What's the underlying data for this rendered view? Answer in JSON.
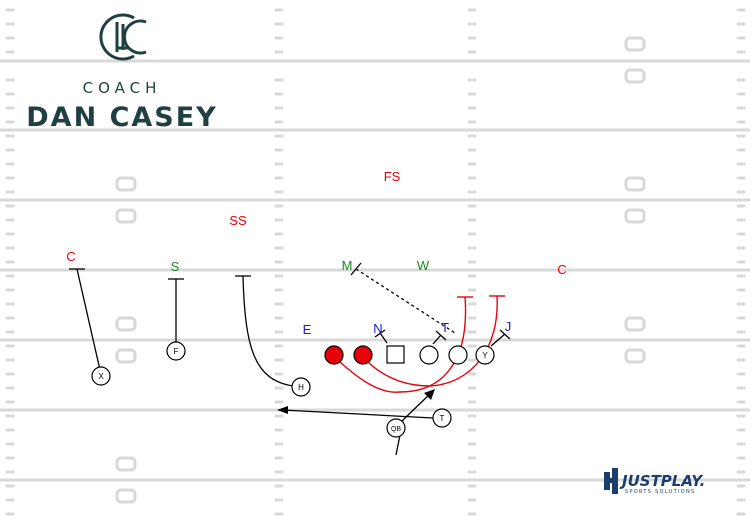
{
  "branding": {
    "coach_word": "COACH",
    "coach_name": "DAN CASEY",
    "sponsor_name": "JUSTPLAY.",
    "sponsor_tagline": "SPORTS SOLUTIONS",
    "logo_color": "#1f3f40",
    "sponsor_color": "#1b3d6e"
  },
  "colors": {
    "defense_secondary": "#e8000b",
    "defense_linebackers": "#1b8a1b",
    "defense_line": "#1a1acc",
    "offense_lineman_fill": "#e8000b",
    "rush_route": "#e8000b",
    "route": "#000000",
    "field_line": "#d8d8d8"
  },
  "defense": [
    {
      "id": "fs",
      "label": "FS",
      "color": "red"
    },
    {
      "id": "ss",
      "label": "SS",
      "color": "red"
    },
    {
      "id": "c-left",
      "label": "C",
      "color": "red"
    },
    {
      "id": "c-right",
      "label": "C",
      "color": "red"
    },
    {
      "id": "s",
      "label": "S",
      "color": "green"
    },
    {
      "id": "m",
      "label": "M",
      "color": "green"
    },
    {
      "id": "w",
      "label": "W",
      "color": "green"
    },
    {
      "id": "e",
      "label": "E",
      "color": "blue"
    },
    {
      "id": "n",
      "label": "N",
      "color": "blue"
    },
    {
      "id": "t",
      "label": "T",
      "color": "blue"
    },
    {
      "id": "j",
      "label": "J",
      "color": "blue"
    }
  ],
  "offense": [
    {
      "id": "x",
      "label": "X"
    },
    {
      "id": "f",
      "label": "F"
    },
    {
      "id": "h",
      "label": "H"
    },
    {
      "id": "qb",
      "label": "QB"
    },
    {
      "id": "t",
      "label": "T"
    },
    {
      "id": "y",
      "label": "Y"
    }
  ]
}
